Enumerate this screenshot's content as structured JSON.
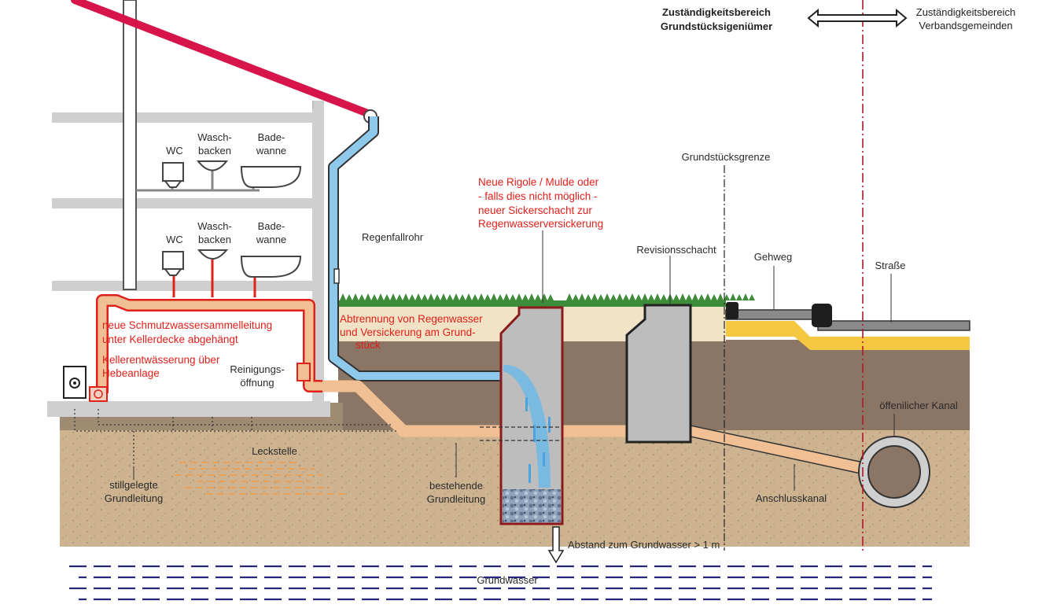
{
  "header": {
    "left_line1": "Zuständigkeitsbereich",
    "left_line2": "Grundstücksigeniümer",
    "right_line1": "Zuständigkeitsbereich",
    "right_line2": "Verbandsgemeinden"
  },
  "fixtures": {
    "wc": "WC",
    "basin_line1": "Wasch-",
    "basin_line2": "backen",
    "tub_line1": "Bade-",
    "tub_line2": "wanne"
  },
  "labels": {
    "downpipe": "Regenfallrohr",
    "property_line": "Grundstücksgrenze",
    "inspection_shaft": "Revisionsschacht",
    "sidewalk": "Gehweg",
    "street": "Straße",
    "public_sewer": "öffenilicher Kanal",
    "leak": "Leckstelle",
    "disused_line1": "stillgelegte",
    "disused_line2": "Grundleitung",
    "existing_line1": "bestehende",
    "existing_line2": "Grundleitung",
    "connection": "Anschlusskanal",
    "clean_line1": "Reinigungs-",
    "clean_line2": "öffnung",
    "gw_distance": "Abstand zum Grundwasser > 1 m",
    "groundwater": "Grundwasser"
  },
  "red_notes": {
    "new_collector_line1": "neue Schmutzwassersammelleitung",
    "new_collector_line2": "unter Kellerdecke abgehängt",
    "basement_line1": "Kellerentwässerung über",
    "basement_line2": "Hebeanlage",
    "separation_line1": "Abtrennung von Regenwasser",
    "separation_line2": "und Versickerung am Grund-",
    "separation_line3": "stück",
    "swale_line1": "Neue Rigole / Mulde oder",
    "swale_line2": "- falls dies nicht möglich -",
    "swale_line3": "neuer Sickerschacht zur",
    "swale_line4": "Regenwasserversickerung"
  },
  "colors": {
    "roof": "#d8154a",
    "sewer_pipe": "#f0bf94",
    "new_pipe_outline": "#e0201a",
    "rain_pipe": "#8ec8ea",
    "topsoil": "#8b7564",
    "subsoil": "#cdb390",
    "grass": "#3d8c3a",
    "groundwater": "#27277a",
    "building": "#cfcfcf"
  }
}
